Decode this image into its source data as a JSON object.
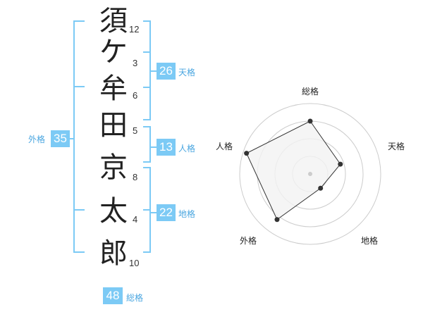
{
  "name": {
    "characters": [
      "須",
      "ケ",
      "牟",
      "田",
      "京",
      "太",
      "郎"
    ],
    "strokes": [
      "12",
      "3",
      "6",
      "5",
      "8",
      "4",
      "10"
    ]
  },
  "scores": {
    "tenkaku": {
      "value": "26",
      "label": "天格"
    },
    "jinkaku": {
      "value": "13",
      "label": "人格"
    },
    "chikaku": {
      "value": "22",
      "label": "地格"
    },
    "gaikaku": {
      "value": "35",
      "label": "外格"
    },
    "soukaku": {
      "value": "48",
      "label": "総格"
    }
  },
  "radar": {
    "axes": [
      "総格",
      "天格",
      "地格",
      "外格",
      "人格"
    ],
    "values": [
      0.75,
      0.45,
      0.25,
      0.8,
      0.95
    ],
    "fill_color": "#f2f2f2",
    "ring_color": "#cccccc",
    "line_color": "#333333"
  },
  "colors": {
    "bracket": "#7ccaf5",
    "box": "#7ccaf5",
    "label": "#4aa6e0"
  }
}
